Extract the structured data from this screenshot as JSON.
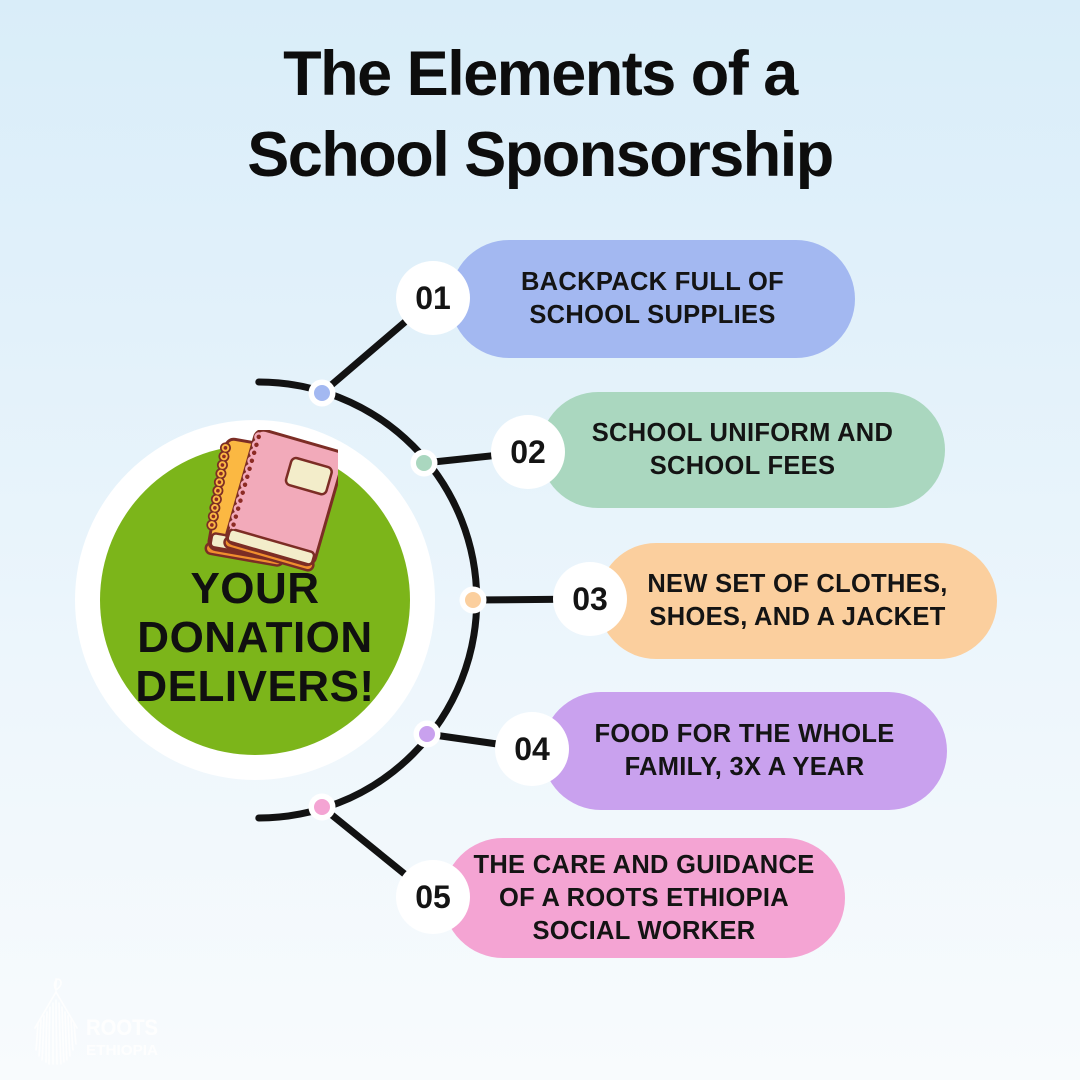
{
  "title": {
    "line1": "The Elements of a",
    "line2": "School Sponsorship"
  },
  "center_badge": {
    "line1": "YOUR",
    "line2": "DONATION",
    "line3": "DELIVERS!"
  },
  "items": [
    {
      "number": "01",
      "color": "#a3b8f1",
      "line1": "BACKPACK FULL OF",
      "line2": "SCHOOL SUPPLIES"
    },
    {
      "number": "02",
      "color": "#aad7bf",
      "line1": "SCHOOL UNIFORM AND",
      "line2": "SCHOOL FEES"
    },
    {
      "number": "03",
      "color": "#fbcf9e",
      "line1": "NEW SET OF CLOTHES,",
      "line2": "SHOES, AND A JACKET"
    },
    {
      "number": "04",
      "color": "#c9a1ee",
      "line1": "FOOD FOR THE WHOLE",
      "line2": "FAMILY, 3X A YEAR"
    },
    {
      "number": "05",
      "color": "#f4a4d3",
      "line1": "THE CARE AND GUIDANCE",
      "line2": "OF A ROOTS ETHIOPIA",
      "line3": "SOCIAL WORKER"
    }
  ],
  "logo": {
    "name": "ROOTS",
    "sub": "ETHIOPIA"
  },
  "colors": {
    "background_top": "#d9edf9",
    "background_bottom": "#f8fbfd",
    "center_circle_green": "#7cb51a",
    "connector_black": "#121212",
    "text_black": "#0d0d0d",
    "circle_white": "#ffffff",
    "notebook_yellow": "#fbb842",
    "notebook_orange_edge": "#f08f2e",
    "notebook_pink": "#f2aaba",
    "notebook_label_cream": "#f3edca",
    "notebook_outline": "#7c2d25",
    "notebook_spiral": "#8c2b24"
  }
}
